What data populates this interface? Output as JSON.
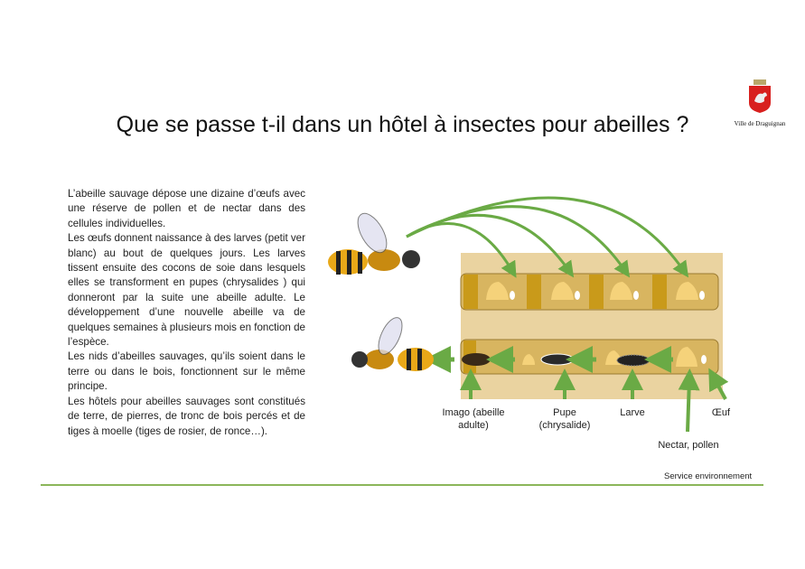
{
  "title": "Que se passe t-il dans un hôtel à insectes pour abeilles ?",
  "logo": {
    "text": "Ville de Draguignan",
    "icon": "coat-of-arms-dragon"
  },
  "paragraphs": [
    "L’abeille sauvage dépose une dizaine d’œufs avec une réserve de pollen et de nectar dans des cellules individuelles.",
    "Les œufs donnent naissance à des larves (petit ver blanc) au bout de quelques jours. Les larves tissent ensuite des cocons de soie dans lesquels elles se transforment en pupes (chrysalides ) qui donneront par la suite une abeille adulte. Le développement d’une nouvelle abeille va de quelques semaines à plusieurs mois en fonction de l’espèce.",
    "Les nids d’abeilles sauvages, qu’ils soient dans le terre ou dans le bois, fonctionnent sur le même principe.",
    "Les hôtels pour abeilles sauvages sont constitués de terre, de pierres, de tronc de bois percés et de tiges à moelle (tiges de rosier, de ronce…)."
  ],
  "diagram": {
    "labels": {
      "imago": "Imago (abeille adulte)",
      "pupe": "Pupe (chrysalide)",
      "larve": "Larve",
      "oeuf": "Œuf",
      "nectar": "Nectar, pollen"
    },
    "colors": {
      "arrow": "#6aaa45",
      "tube": "#d8b560",
      "divider": "#c99a1a",
      "pollen": "#f5d27a",
      "board": "#ead3a0"
    }
  },
  "footer": {
    "service": "Service environnement",
    "line_color": "#8bb65a"
  }
}
